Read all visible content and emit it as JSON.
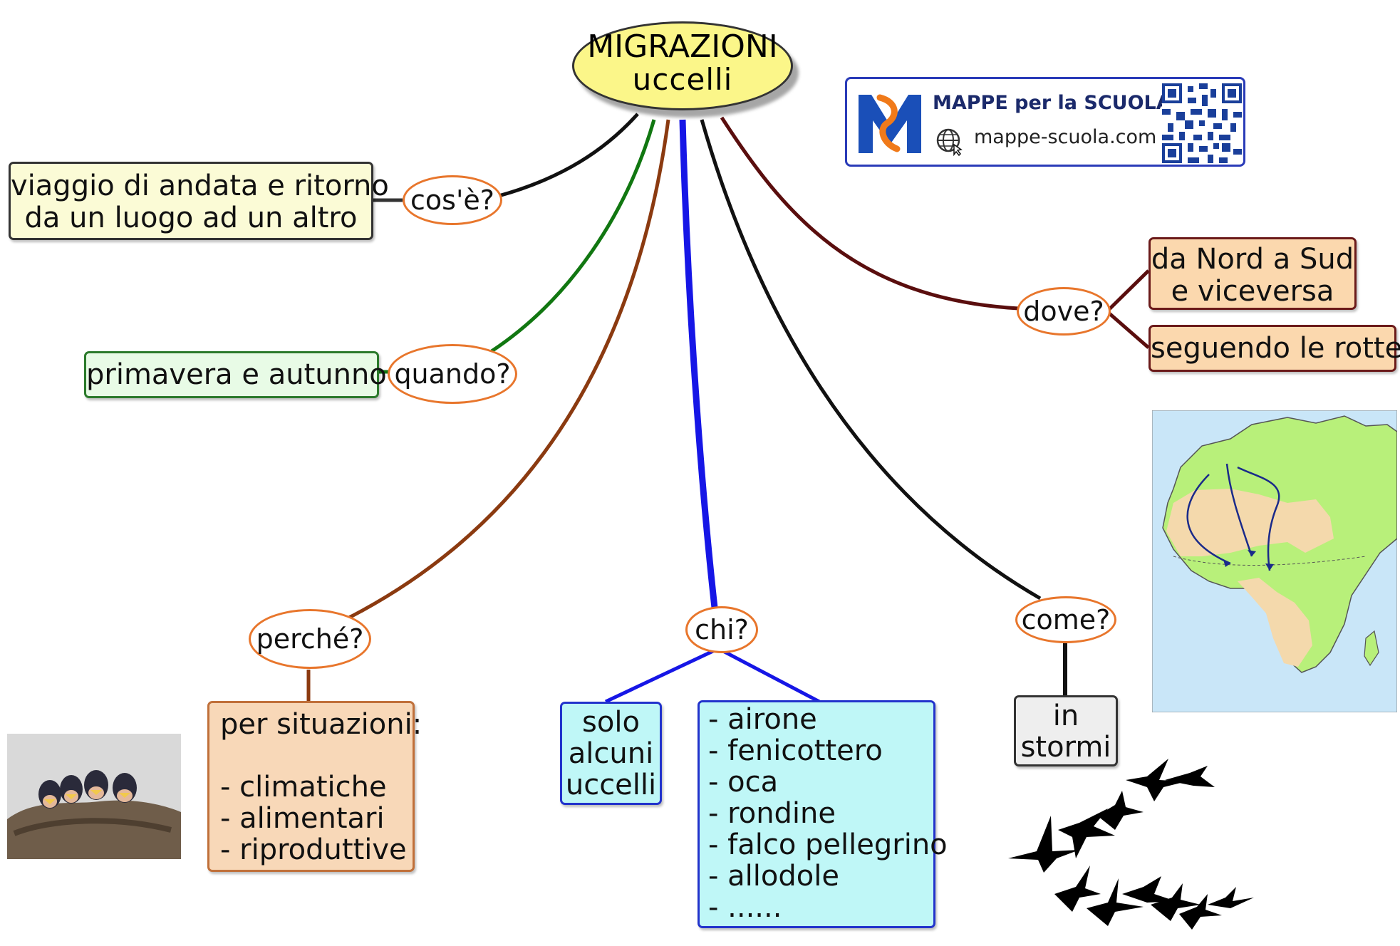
{
  "central": {
    "line1": "MIGRAZIONI",
    "line2": "uccelli"
  },
  "branches": {
    "cose": {
      "question": "cos'è?",
      "answer_lines": [
        "viaggio di andata e ritorno",
        "da un luogo ad un altro"
      ]
    },
    "quando": {
      "question": "quando?",
      "answer": "primavera e autunno"
    },
    "perche": {
      "question": "perché?",
      "answer_title": "per situazioni:",
      "answer_items": [
        "- climatiche",
        "- alimentari",
        "- riproduttive"
      ]
    },
    "chi": {
      "question": "chi?",
      "answer_a_lines": [
        "solo",
        "alcuni",
        "uccelli"
      ],
      "answer_b_items": [
        "- airone",
        "- fenicottero",
        "- oca",
        "- rondine",
        "- falco pellegrino",
        "- allodole",
        "- ......"
      ]
    },
    "come": {
      "question": "come?",
      "answer_lines": [
        "in",
        "stormi"
      ]
    },
    "dove": {
      "question": "dove?",
      "answer_a_lines": [
        "da Nord a Sud",
        "e viceversa"
      ],
      "answer_b": "seguendo le rotte"
    }
  },
  "logo": {
    "title": "MAPPE per la SCUOLA",
    "site": "mappe-scuola.com",
    "icon": "globe-icon",
    "qr": "qr-code-icon"
  },
  "images": {
    "map": "africa-europe-migration-map",
    "nest": "swallow-chicks-nest-photo",
    "birds": "flock-silhouette"
  },
  "colors": {
    "central_fill": "#fbf689",
    "question_border": "#e8762c",
    "cose_fill": "#fbfbd6",
    "quando_fill": "#e8fbe6",
    "quando_border": "#2b7a2b",
    "perche_fill": "#f8d8b8",
    "perche_border": "#c0703a",
    "chi_fill": "#bff7f7",
    "chi_border": "#2233cc",
    "come_fill": "#eeeeee",
    "dove_fill": "#fbd8ae",
    "dove_border": "#6b1a1a",
    "edge_cose": "#111111",
    "edge_quando": "#117711",
    "edge_perche": "#8b3a10",
    "edge_chi": "#1616e6",
    "edge_come": "#111111",
    "edge_dove": "#5a0e0e",
    "logo_blue": "#1a4fb8",
    "logo_orange": "#f07a1a",
    "land_green": "#b8f07a",
    "land_sand": "#f4d9ac",
    "sea": "#c9e6f8"
  }
}
